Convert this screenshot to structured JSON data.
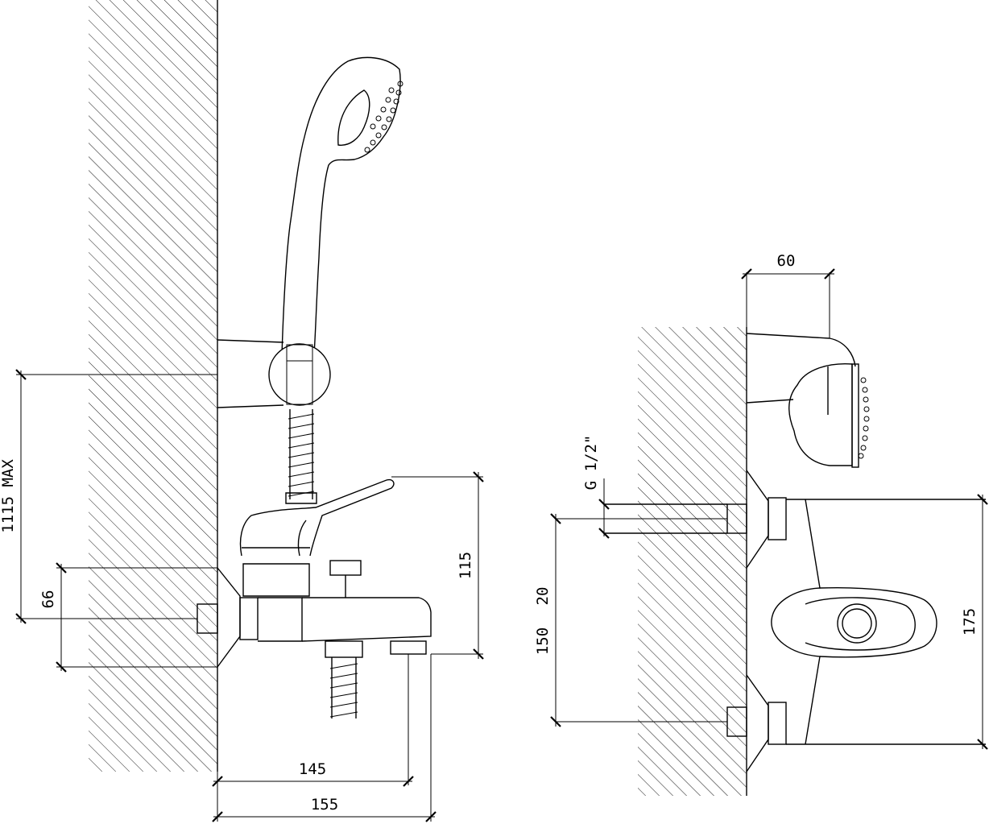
{
  "side_view": {
    "dim_height_max": "1115 MAX",
    "dim_inlet_height": "66",
    "dim_spout_height": "115",
    "dim_spout_reach_inner": "145",
    "dim_spout_reach_outer": "155"
  },
  "front_view": {
    "dim_shower_projection": "60",
    "dim_thread": "G 1/2\"",
    "dim_inlet_offset": "20",
    "dim_centres": "150",
    "dim_body_height": "175"
  }
}
